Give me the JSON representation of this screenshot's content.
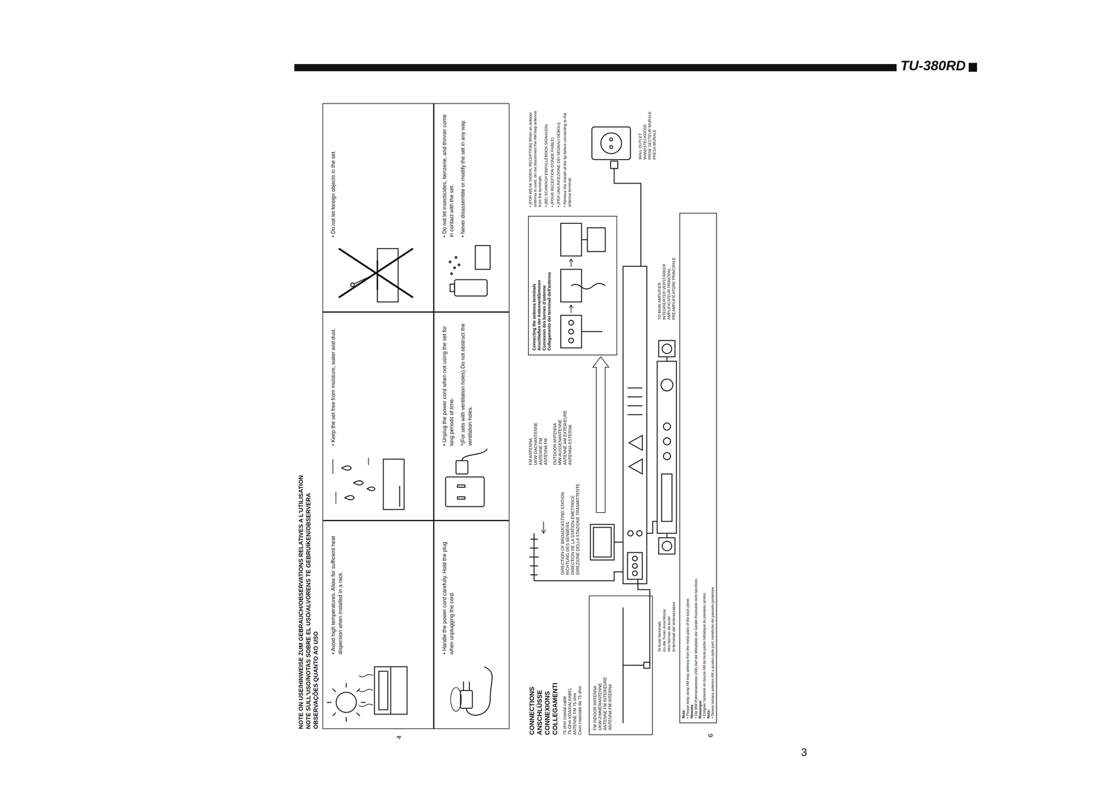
{
  "diagram": {
    "nodes": [
      {
        "text": [
          "• Avoid high temperatures. Allow for sufficient heat dispersion when installed in a rack."
        ]
      },
      {
        "text": [
          "• Keep the set free from moisture, water and dust."
        ]
      },
      {
        "text": [
          "• Do not let foreign objects in the set."
        ]
      },
      {
        "text": [
          "• Handle the power cord carefully. Hold the plug when unplugging the cord."
        ]
      },
      {
        "text": [
          "• Unplug the power cord when not using the set for long periods of time.",
          "*(For sets with ventilation holes) Do not obstruct the ventilation holes."
        ]
      },
      {
        "text": [
          "• Do not let insecticides, benzene, and thinner come in contact with the set.",
          "• Never disassemble or modify the set in any way."
        ]
      },
      {
        "text": [
          "FM INDOOR ANTENNA",
          "UKW-ZIMMERANTENNE",
          "ANTENNE FM INTERIEURE",
          "ANTENNA FM INTERNA"
        ]
      },
      {
        "text": [
          "Connecting the antenna terminals",
          "Anschließen der Antennenklemmen",
          "Connexion des bornes d'antenne",
          "Collegamento dei terminali dell'antenna"
        ]
      },
      {
        "text": [
          "Note:",
          "• Please keep away AM loop antenna from the metal parts of the back panel.",
          "Hinweis:",
          "• Die MW-Rahmenantenne (AM) darf die Metallteile der Geräte-Rückseite nicht berühren.",
          "Remarque:",
          "• Eloigner l'antenne en boucle AM de toute partie métallique du panneau arrière.",
          "Nota:",
          "• Tenere lontana antenna AM a quadro dalle parti metalliche del pannello posteriore."
        ]
      }
    ],
    "labels": [
      "TU-380RD",
      "NOTE ON USE/HINWEISE ZUM GEBRAUCH/OBSERVATIONS RELATIVES A L'UTILISATION",
      "NOTE SULL'USO/NOTAS SOBRE EL USO/ALVORENS TE GEBRUIKEN/OBSERVERA",
      "OBSERVAÇÕES QUANTO AO USO",
      "4",
      "CONNECTIONS",
      "ANSCHLÜSSE",
      "CONNEXIONS",
      "COLLEGAMENTI",
      "75 ohm coaxial cable",
      "75-Ohm KOAXIALKABEL",
      "ANTENNE FM 75 ohm",
      "Cavo coassiale da 75 ohm",
      "DIRECTION OF BROADCASTING STATION",
      "RICHTUNG DES SENDERS",
      "DIRECTION DE LA STATION EMETTRICE",
      "DIREZIONE DELLA STAZIONE TRASMITTENTE",
      "FM ANTENNA",
      "UKW-DACHANTENNE",
      "ANTENNE FM",
      "ANTENNA FM",
      "OUTDOOR ANTENNA",
      "MW-AUSSENANTENNE",
      "ANTENNE AM EXTERIEURE",
      "ANTENNA ESTERNA",
      "• (FOR WEAK SIGNAL RECEPTION) When an outdoor antenna is used, do not disconnect the AM loop antenna from the terminals.",
      "• (BEI SCHWACH EINFALLENDEN SIGNALEN)",
      "• (POUR RECEPTION D'ONDE FAIBLE)",
      "• (PER UNA RICEZIONE DEI SEGNALI DEBOLI)",
      "• Remove the sheath at the tip before connecting to the antenna terminal.",
      "To tuner terminals",
      "An die Tuner-Anschlüsse",
      "Vers bornes de tuner",
      "Ai terminali del sintonizzatore",
      "TO MAIN AMPLIFIER",
      "INTEGRIERTER VERSTÄRKER",
      "AMPLIFICATEUR PRINCIPAL",
      "PREAMPLIFICATORE PRINCIPALE",
      "WALL OUTLET",
      "WANDSTECKDOSE",
      "PRISE SECTEUR MURALE",
      "PRESA MURALE",
      "6",
      "3"
    ]
  }
}
